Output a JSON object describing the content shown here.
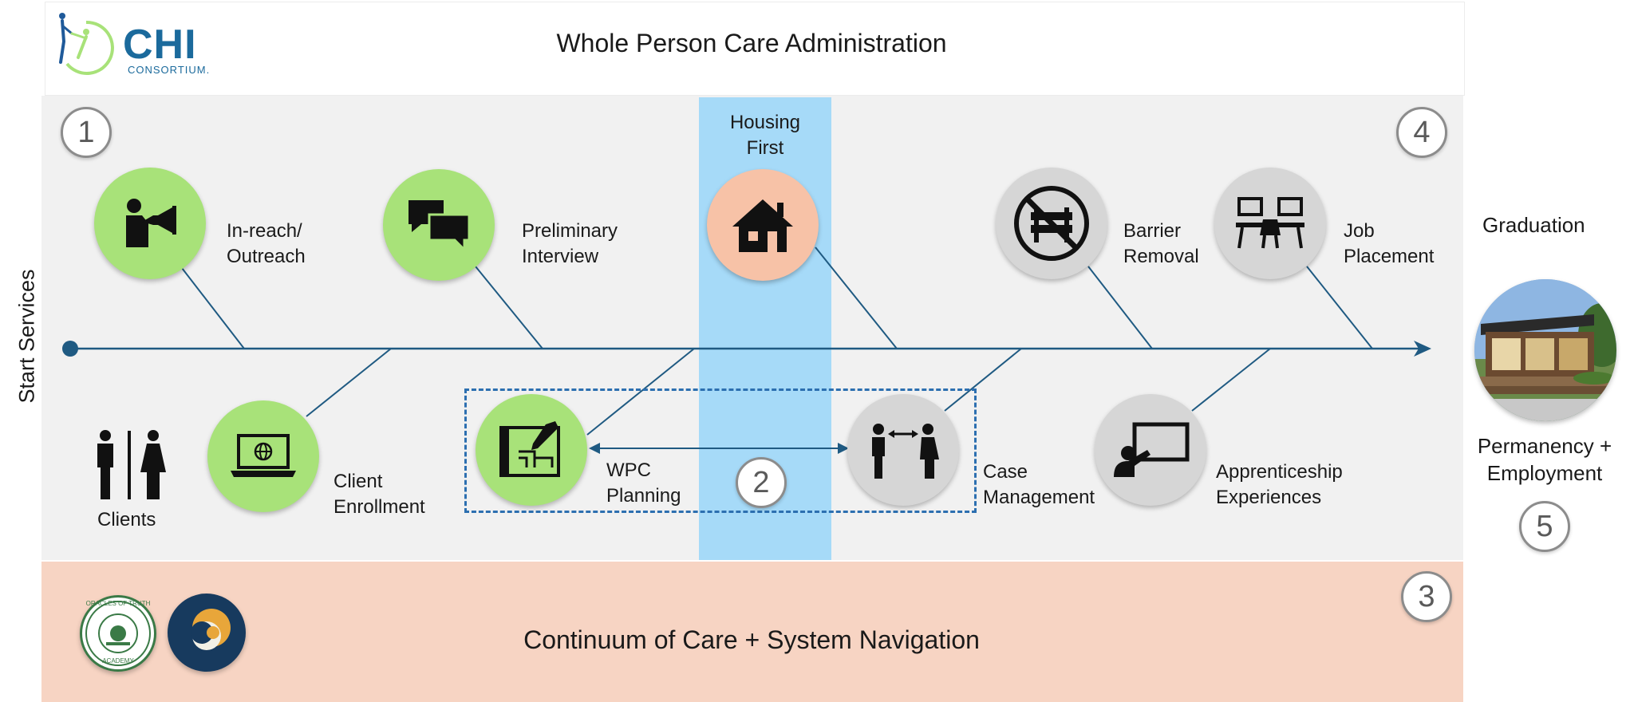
{
  "header": {
    "title": "Whole Person Care Administration",
    "logo_name": "CHI",
    "logo_sub": "CONSORTIUM."
  },
  "axis_label": "Start Services",
  "housing_label": "Housing\nFirst",
  "top_nodes": [
    {
      "label": "In-reach/\nOutreach",
      "icon": "megaphone-person-icon"
    },
    {
      "label": "Preliminary\nInterview",
      "icon": "chat-bubbles-icon"
    },
    {
      "label": "",
      "icon": "house-icon"
    },
    {
      "label": "Barrier\nRemoval",
      "icon": "no-barrier-icon"
    },
    {
      "label": "Job\nPlacement",
      "icon": "workstations-icon"
    }
  ],
  "bottom_nodes": [
    {
      "label": "Client\nEnrollment",
      "icon": "laptop-globe-icon"
    },
    {
      "label": "WPC\nPlanning",
      "icon": "blueprint-icon"
    },
    {
      "label": "Case\nManagement",
      "icon": "people-exchange-icon"
    },
    {
      "label": "Apprenticeship\nExperiences",
      "icon": "presenter-board-icon"
    }
  ],
  "clients_label": "Clients",
  "graduation_label": "Graduation",
  "outcome_label": "Permanency +\nEmployment",
  "numbers": [
    "1",
    "2",
    "3",
    "4",
    "5"
  ],
  "footer": {
    "title": "Continuum of Care + System Navigation",
    "seal_text_top": "ORACLES OF TRUTH",
    "seal_text_bottom": "ACADEMY"
  },
  "colors": {
    "green": "#a8e279",
    "salmon": "#f7c2a7",
    "gray": "#d6d6d6",
    "axis": "#1f5a82",
    "housing_band": "#a6daf8",
    "footer_band": "#f7d4c3"
  }
}
